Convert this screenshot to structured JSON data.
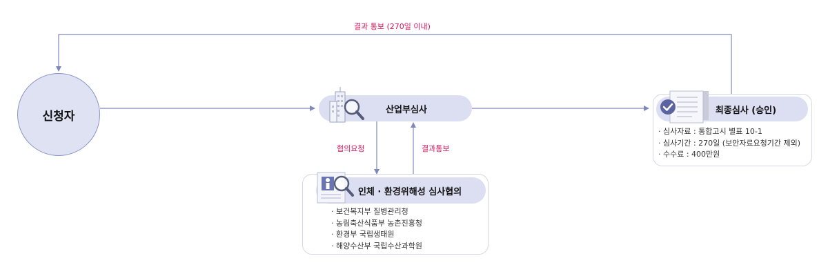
{
  "nodes": {
    "applicant": "신청자",
    "ministry_review": "산업부심사",
    "consult": "인체 · 환경위해성 심사협의",
    "final_review": "최종심사 (승인)"
  },
  "arrows": {
    "result_notice_top": "결과 통보 (270일 이내)",
    "consult_request": "협의요청",
    "result_notice": "결과통보"
  },
  "consult_agencies": [
    "보건복지부 질병관리청",
    "농림축산식품부 농촌진흥청",
    "환경부 국립생태원",
    "해양수산부 국립수산과학원"
  ],
  "final_details": [
    "심사자료 : 통합고시 별표 10-1",
    "심사기간 : 270일 (보안자료요청기간 제외)",
    "수수료 : 400만원"
  ],
  "colors": {
    "line": "#7f88bd",
    "pill": "#dcdff2",
    "label_red": "#d2145a"
  }
}
